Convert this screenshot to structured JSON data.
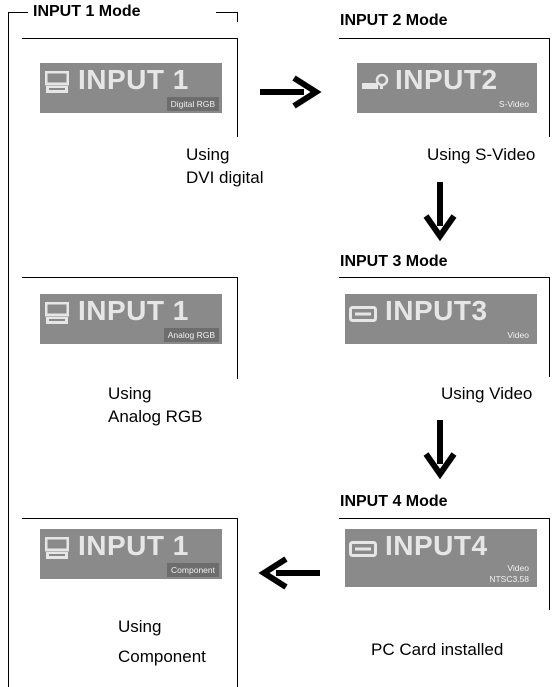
{
  "modes": {
    "input1_title": "INPUT 1 Mode",
    "input2_title": "INPUT 2 Mode",
    "input3_title": "INPUT 3 Mode",
    "input4_title": "INPUT 4 Mode"
  },
  "screens": {
    "digital": {
      "main": "INPUT 1",
      "sub": "Digital RGB"
    },
    "analog": {
      "main": "INPUT 1",
      "sub": "Analog RGB"
    },
    "component": {
      "main": "INPUT 1",
      "sub": "Component"
    },
    "svideo": {
      "main": "INPUT2",
      "sub": "S-Video"
    },
    "video": {
      "main": "INPUT3",
      "sub": "Video"
    },
    "pccard": {
      "main": "INPUT4",
      "sub1": "Video",
      "sub2": "NTSC3.58"
    }
  },
  "captions": {
    "digital_1": "Using",
    "digital_2": "DVI digital",
    "analog_1": "Using",
    "analog_2": "Analog RGB",
    "component_1": "Using",
    "component_2": "Component",
    "svideo": "Using S-Video",
    "video": "Using Video",
    "pccard": "PC Card installed"
  },
  "icons": {
    "input1": "monitor-icon",
    "input2": "s-video-plug-icon",
    "input3": "video-jack-icon",
    "input4": "video-jack-icon"
  },
  "arrows": [
    "arrow-right",
    "arrow-down",
    "arrow-down",
    "arrow-left"
  ],
  "colors": {
    "osd_background": "#8a8a8a",
    "osd_text": "#e6e6e6",
    "ink": "#000000"
  }
}
